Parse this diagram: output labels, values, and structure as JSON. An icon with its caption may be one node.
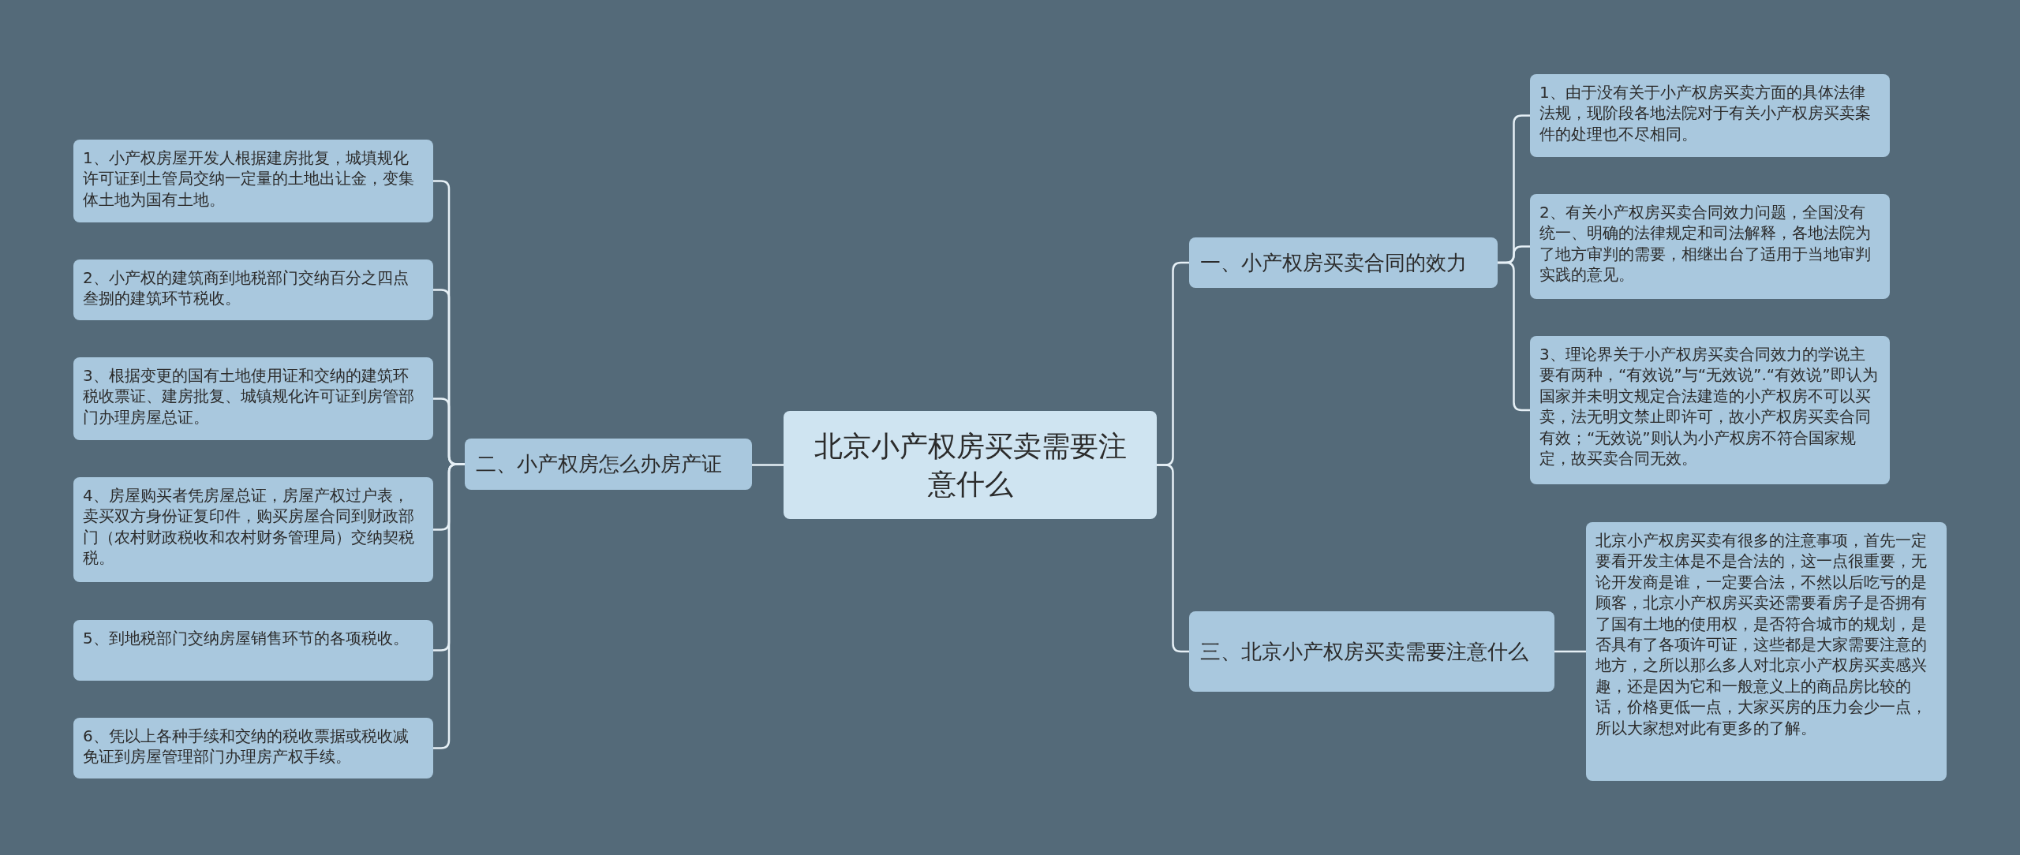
{
  "diagram": {
    "nodes": [
      {
        "text": [
          "北京小产权房买卖需要注意什么"
        ]
      },
      {
        "text": [
          "一、小产权房买卖合同的效力"
        ]
      },
      {
        "text": [
          "1、由于没有关于小产权房买卖方面的具体法律法规，现阶段各地法院对于有关小产权房买卖案件的处理也不尽相同。"
        ]
      },
      {
        "text": [
          "2、有关小产权房买卖合同效力问题，全国没有统一、明确的法律规定和司法解释，各地法院为了地方审判的需要，相继出台了适用于当地审判实践的意见。"
        ]
      },
      {
        "text": [
          "3、理论界关于小产权房买卖合同效力的学说主要有两种，“有效说”与“无效说”.“有效说”即认为国家并未明文规定合法建造的小产权房不可以买卖，法无明文禁止即许可，故小产权房买卖合同有效；“无效说”则认为小产权房不符合国家规定，故买卖合同无效。"
        ]
      },
      {
        "text": [
          "二、小产权房怎么办房产证"
        ]
      },
      {
        "text": [
          "1、小产权房屋开发人根据建房批复，城填规化许可证到土管局交纳一定量的土地出让金，变集体土地为国有土地。"
        ]
      },
      {
        "text": [
          "2、小产权的建筑商到地税部门交纳百分之四点叁捌的建筑环节税收。"
        ]
      },
      {
        "text": [
          "3、根据变更的国有土地使用证和交纳的建筑环税收票证、建房批复、城镇规化许可证到房管部门办理房屋总证。"
        ]
      },
      {
        "text": [
          "4、房屋购买者凭房屋总证，房屋产权过户表，卖买双方身份证复印件，购买房屋合同到财政部门（农村财政税收和农村财务管理局）交纳契税税。"
        ]
      },
      {
        "text": [
          "5、到地税部门交纳房屋销售环节的各项税收。"
        ]
      },
      {
        "text": [
          "6、凭以上各种手续和交纳的税收票据或税收减免证到房屋管理部门办理房产权手续。"
        ]
      },
      {
        "text": [
          "三、北京小产权房买卖需要注意什么"
        ]
      },
      {
        "text": [
          "北京小产权房买卖有很多的注意事项，首先一定要看开发主体是不是合法的，这一点很重要，无论开发商是谁，一定要合法，不然以后吃亏的是顾客，北京小产权房买卖还需要看房子是否拥有了国有土地的使用权，是否符合城市的规划，是否具有了各项许可证，这些都是大家需要注意的地方，之所以那么多人对北京小产权房买卖感兴趣，还是因为它和一般意义上的商品房比较的话，价格更低一点，大家买房的压力会少一点，所以大家想对此有更多的了解。"
        ]
      }
    ],
    "edges": [
      {
        "from": 0,
        "to": 1,
        "arrow": "none"
      },
      {
        "from": 1,
        "to": 2,
        "arrow": "none"
      },
      {
        "from": 1,
        "to": 3,
        "arrow": "none"
      },
      {
        "from": 1,
        "to": 4,
        "arrow": "none"
      },
      {
        "from": 0,
        "to": 5,
        "arrow": "none"
      },
      {
        "from": 5,
        "to": 6,
        "arrow": "none"
      },
      {
        "from": 5,
        "to": 7,
        "arrow": "none"
      },
      {
        "from": 5,
        "to": 8,
        "arrow": "none"
      },
      {
        "from": 5,
        "to": 9,
        "arrow": "none"
      },
      {
        "from": 5,
        "to": 10,
        "arrow": "none"
      },
      {
        "from": 5,
        "to": 11,
        "arrow": "none"
      },
      {
        "from": 0,
        "to": 12,
        "arrow": "none"
      },
      {
        "from": 12,
        "to": 13,
        "arrow": "none"
      }
    ]
  }
}
